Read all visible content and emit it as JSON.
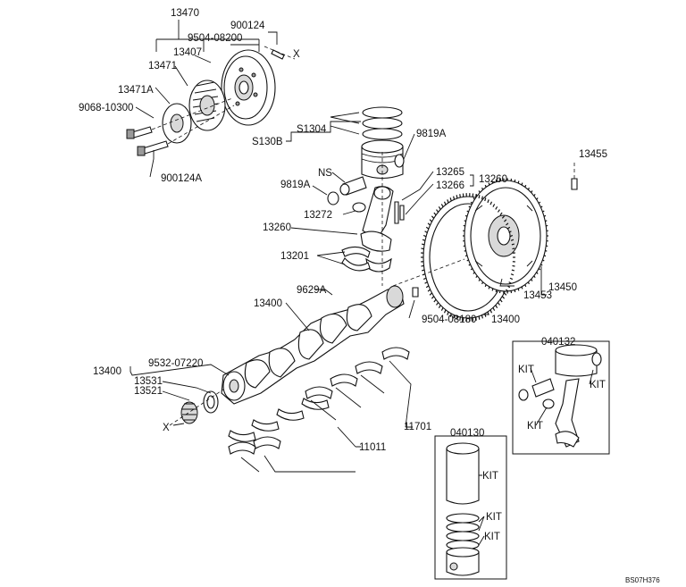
{
  "diagram": {
    "labels": {
      "crank_pulley_assy": "13470",
      "pulley_bolt": "900124",
      "pulley_bolt_2": "9504-08200",
      "x_top": "X",
      "damper": "13407",
      "pulley_hub": "13471",
      "pulley_plate": "13471A",
      "bolt_9068": "9068-10300",
      "bolt_900124a": "900124A",
      "rings": "S1304",
      "piston_set": "S130B",
      "circlip_right": "9819A",
      "ns": "NS",
      "circlip_left": "9819A",
      "rod_bolt": "13265",
      "rod_assy_right": "13260",
      "rod_nut": "13266",
      "bushing": "13272",
      "rod_assy_left": "13260",
      "bearings_rod": "13201",
      "fw_bolt": "13455",
      "ring_gear": "13453",
      "flywheel": "13450",
      "dowel_pin": "9629A",
      "crankshaft": "13400",
      "pin_9504": "9504-08180",
      "crankshaft_ref": "13400",
      "seal_9532": "9532-07220",
      "crankshaft_left": "13400",
      "gear_13531": "13531",
      "key_13521": "13521",
      "x_bottom": "X",
      "main_bearings": "11701",
      "thrust_bearings": "11011",
      "kit_040132": "040132",
      "kit_a": "KIT",
      "kit_b": "KIT",
      "kit_c": "KIT",
      "kit_040130": "040130",
      "kit_d": "KIT",
      "kit_e": "KIT",
      "kit_f": "KIT",
      "drawing_code": "BS07H376"
    }
  }
}
